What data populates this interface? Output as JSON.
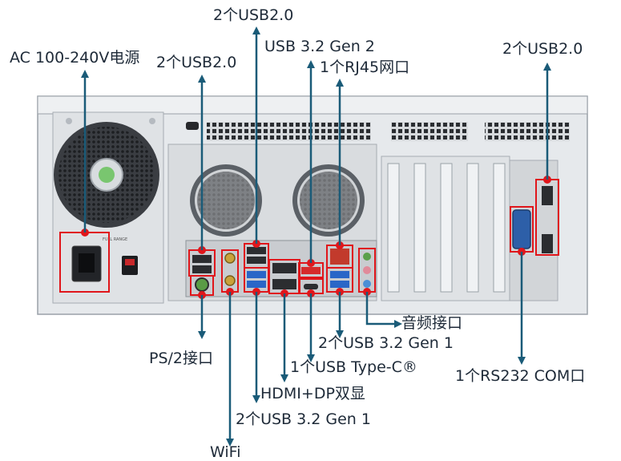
{
  "labels": {
    "usb20_top": "2个USB2.0",
    "ac_power": "AC 100-240V电源",
    "usb20_left": "2个USB2.0",
    "usb32_top": "USB 3.2 Gen 2",
    "rj45": "1个RJ45网口",
    "usb20_right": "2个USB2.0",
    "audio": "音频接口",
    "usb32_gen1_a": "2个USB 3.2 Gen 1",
    "typec": "1个USB Type-C®",
    "ps2": "PS/2接口",
    "rs232": "1个RS232 COM口",
    "hdmi_dp": "HDMI+DP双显",
    "usb32_gen1_b": "2个USB 3.2 Gen 1",
    "wifi": "WiFi"
  },
  "psu_label": "FULL RANGE",
  "colors": {
    "callout_box": "#e0161b",
    "arrow": "#1a5b78",
    "label_text": "#1e2a38",
    "chassis": "#e6e9ec",
    "io_panel": "#c9ccd0",
    "usb_blue": "#2a66c7",
    "usb_red": "#d62b2b"
  }
}
